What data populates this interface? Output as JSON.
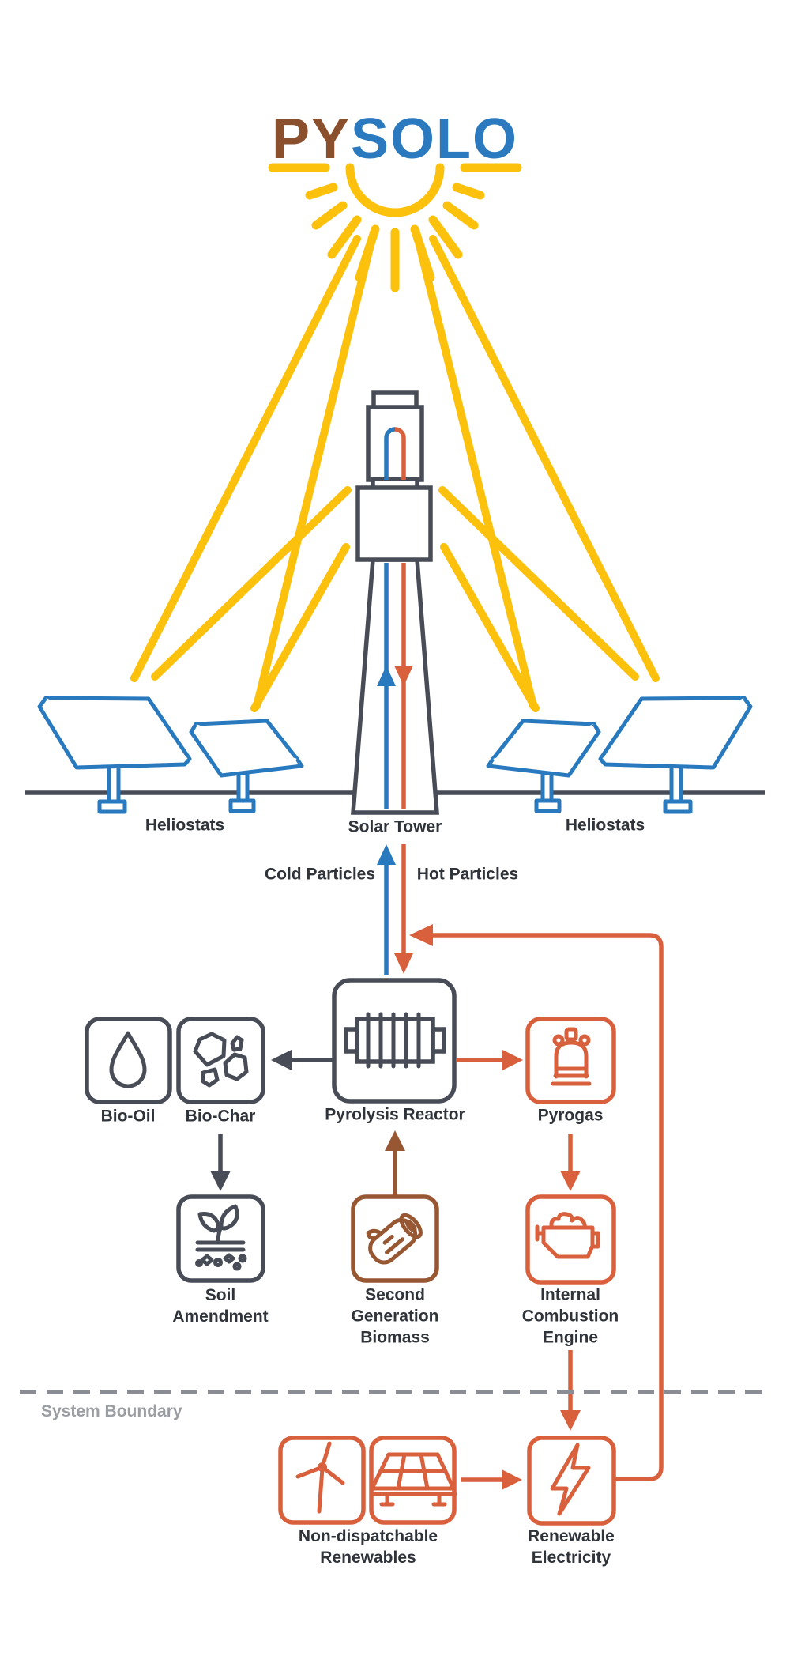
{
  "logo": {
    "part1": "PY",
    "part2": "SOLO"
  },
  "labels": {
    "heliostats_left": "Heliostats",
    "solar_tower": "Solar Tower",
    "heliostats_right": "Heliostats",
    "cold_particles": "Cold Particles",
    "hot_particles": "Hot Particles",
    "bio_oil": "Bio-Oil",
    "bio_char": "Bio-Char",
    "pyrolysis_reactor": "Pyrolysis Reactor",
    "pyrogas": "Pyrogas",
    "soil_amendment": "Soil\nAmendment",
    "second_generation_biomass": "Second\nGeneration\nBiomass",
    "internal_combustion_engine": "Internal\nCombustion\nEngine",
    "system_boundary": "System Boundary",
    "non_dispatchable_renewables": "Non-dispatchable\nRenewables",
    "renewable_electricity": "Renewable\nElectricity"
  },
  "colors": {
    "sun_yellow": "#FBC10D",
    "heliostat_blue": "#2879BE",
    "hot_red": "#D9603C",
    "biomass_brown": "#975733",
    "logo_brown": "#8A4F2D",
    "logo_blue": "#2B7ABF",
    "dark_slate": "#474C56",
    "text_dark": "#2F333A",
    "boundary_gray": "#8A8D93"
  },
  "icons": [
    "sun-icon",
    "heliostat-icon",
    "solar-tower-icon",
    "rotary-kiln-icon",
    "droplet-icon",
    "char-chunks-icon",
    "leaf-soil-icon",
    "log-icon",
    "gas-cylinder-icon",
    "engine-icon",
    "wind-turbine-icon",
    "solar-panel-icon",
    "lightning-bolt-icon"
  ]
}
